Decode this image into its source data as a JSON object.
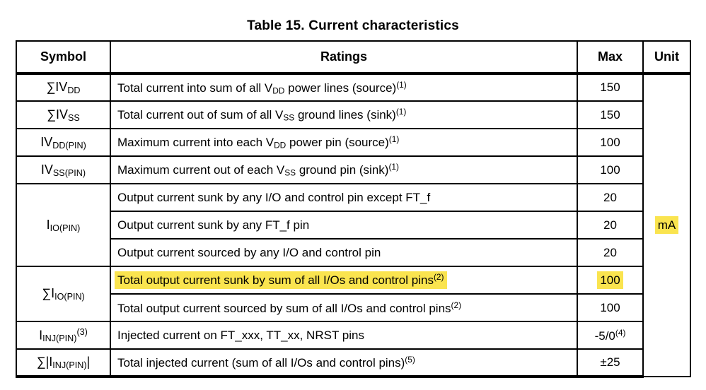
{
  "title": "Table 15. Current characteristics",
  "highlight_color": "#FAE44F",
  "table": {
    "headers": [
      "Symbol",
      "Ratings",
      "Max",
      "Unit"
    ],
    "unit": {
      "segments": [
        {
          "t": "mA"
        }
      ],
      "highlight": true
    },
    "rows": [
      {
        "symbol": [
          {
            "t": "∑IV"
          },
          {
            "t": "DD",
            "s": "sub"
          }
        ],
        "rating": [
          {
            "t": "Total current into sum of all V"
          },
          {
            "t": "DD",
            "s": "sub"
          },
          {
            "t": " power lines (source)"
          },
          {
            "t": "(1)",
            "s": "sup"
          }
        ],
        "max": [
          {
            "t": "150"
          }
        ]
      },
      {
        "symbol": [
          {
            "t": "∑IV"
          },
          {
            "t": "SS",
            "s": "sub"
          }
        ],
        "rating": [
          {
            "t": "Total current out of sum of all V"
          },
          {
            "t": "SS",
            "s": "sub"
          },
          {
            "t": " ground lines (sink)"
          },
          {
            "t": "(1)",
            "s": "sup"
          }
        ],
        "max": [
          {
            "t": "150"
          }
        ]
      },
      {
        "symbol": [
          {
            "t": "IV"
          },
          {
            "t": "DD(PIN)",
            "s": "sub"
          }
        ],
        "rating": [
          {
            "t": "Maximum current into each V"
          },
          {
            "t": "DD",
            "s": "sub"
          },
          {
            "t": " power pin (source)"
          },
          {
            "t": "(1)",
            "s": "sup"
          }
        ],
        "max": [
          {
            "t": "100"
          }
        ]
      },
      {
        "symbol": [
          {
            "t": "IV"
          },
          {
            "t": "SS(PIN)",
            "s": "sub"
          }
        ],
        "rating": [
          {
            "t": "Maximum current out of each V"
          },
          {
            "t": "SS",
            "s": "sub"
          },
          {
            "t": " ground pin (sink)"
          },
          {
            "t": "(1)",
            "s": "sup"
          }
        ],
        "max": [
          {
            "t": "100"
          }
        ]
      },
      {
        "symbol": [
          {
            "t": "I"
          },
          {
            "t": "IO(PIN)",
            "s": "sub"
          }
        ],
        "rowspan": 3,
        "rating": [
          {
            "t": "Output current sunk by any I/O and control pin except FT_f"
          }
        ],
        "max": [
          {
            "t": "20"
          }
        ]
      },
      {
        "rating": [
          {
            "t": "Output current sunk by any FT_f pin"
          }
        ],
        "max": [
          {
            "t": "20"
          }
        ]
      },
      {
        "rating": [
          {
            "t": "Output current sourced by any I/O and control pin"
          }
        ],
        "max": [
          {
            "t": "20"
          }
        ]
      },
      {
        "symbol": [
          {
            "t": "∑I"
          },
          {
            "t": "IO(PIN)",
            "s": "sub"
          }
        ],
        "rowspan": 2,
        "rating": [
          {
            "t": "Total output current sunk by sum of all I/Os and control pins"
          },
          {
            "t": "(2)",
            "s": "sup"
          }
        ],
        "max": [
          {
            "t": "100"
          }
        ],
        "highlight": true
      },
      {
        "rating": [
          {
            "t": "Total output current sourced by sum of all I/Os and control pins"
          },
          {
            "t": "(2)",
            "s": "sup"
          }
        ],
        "max": [
          {
            "t": "100"
          }
        ]
      },
      {
        "symbol": [
          {
            "t": "I"
          },
          {
            "t": "INJ(PIN)",
            "s": "sub"
          },
          {
            "t": "(3)",
            "s": "sup"
          }
        ],
        "rating": [
          {
            "t": "Injected current on FT_xxx, TT_xx, NRST pins"
          }
        ],
        "max": [
          {
            "t": "-5/0"
          },
          {
            "t": "(4)",
            "s": "sup"
          }
        ]
      },
      {
        "symbol": [
          {
            "t": "∑|I"
          },
          {
            "t": "INJ(PIN)",
            "s": "sub"
          },
          {
            "t": "|"
          }
        ],
        "rating": [
          {
            "t": "Total injected current (sum of all I/Os and control pins)"
          },
          {
            "t": "(5)",
            "s": "sup"
          }
        ],
        "max": [
          {
            "t": "±25"
          }
        ]
      }
    ]
  }
}
